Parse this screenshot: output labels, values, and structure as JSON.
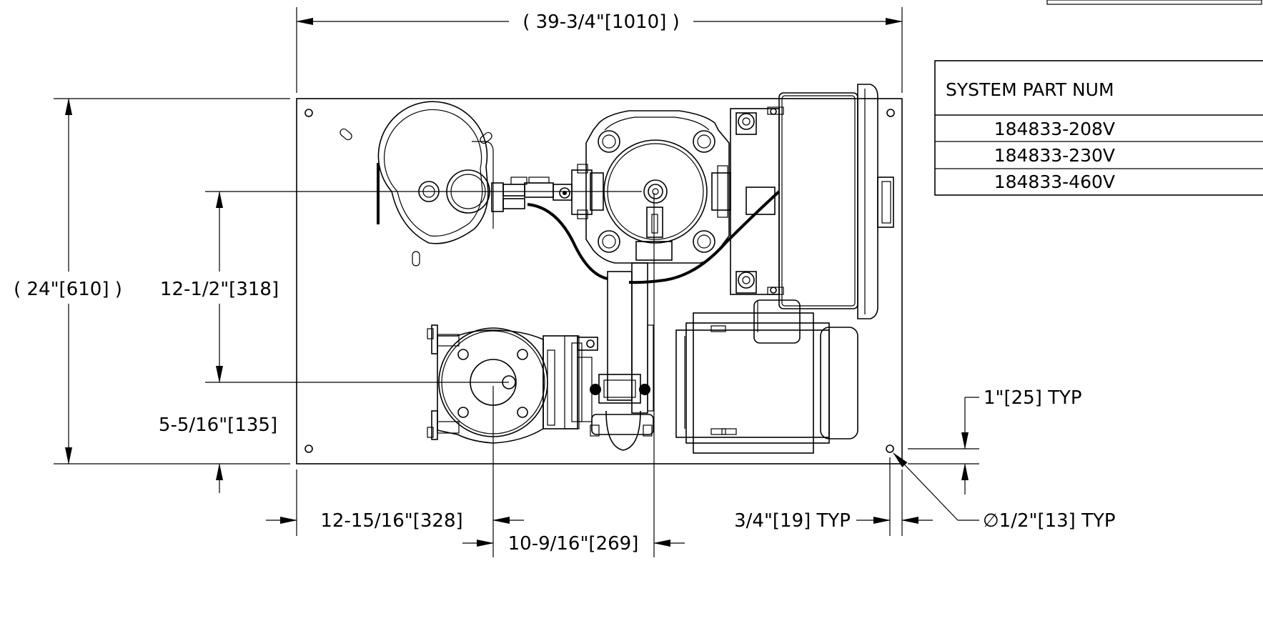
{
  "dimensions": {
    "overall_width": "( 39-3/4\"[1010] )",
    "overall_height": "( 24\"[610] )",
    "upper_vertical": "12-1/2\"[318]",
    "lower_vertical": "5-5/16\"[135]",
    "left_offset": "12-15/16\"[328]",
    "center_offset": "10-9/16\"[269]",
    "edge_offset": "3/4\"[19] TYP",
    "hole_offset": "1\"[25] TYP",
    "hole_diameter": "∅1/2\"[13] TYP"
  },
  "part_table": {
    "header": "SYSTEM PART NUM",
    "rows": [
      "184833-208V",
      "184833-230V",
      "184833-460V"
    ]
  }
}
